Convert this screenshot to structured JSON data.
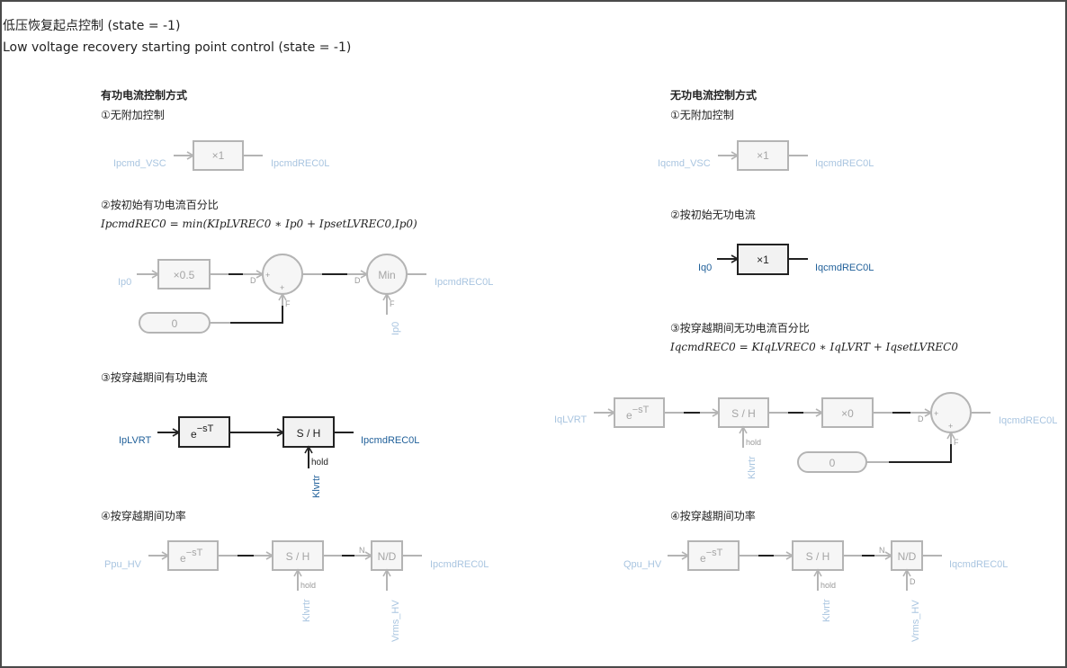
{
  "header": {
    "title_cn": "低压恢复起点控制 (state = -1)",
    "title_en": "Low voltage recovery starting point control (state = -1)"
  },
  "active": {
    "title": "有功电流控制方式",
    "m1": {
      "label": "①无附加控制",
      "input": "Ipcmd_VSC",
      "gain": "×1",
      "output": "IpcmdREC0L"
    },
    "m2": {
      "label": "②按初始有功电流百分比",
      "equation": "IpcmdREC0 = min(KIpLVREC0 ∗ Ip0 + IpsetLVREC0,Ip0)",
      "input": "Ip0",
      "gain": "×0.5",
      "const": "0",
      "min": "Min",
      "output": "IpcmdREC0L",
      "min_bottom": "Ip0",
      "plus1": "+",
      "plus2": "+",
      "port_d1": "D",
      "port_f1": "F",
      "port_d2": "D",
      "port_f2": "F"
    },
    "m3": {
      "label": "③按穿越期间有功电流",
      "input": "IpLVRT",
      "delay_base": "e",
      "delay_exp": "−sT",
      "sh": "S / H",
      "hold": "hold",
      "trigger": "Klvrtr",
      "output": "IpcmdREC0L"
    },
    "m4": {
      "label": "④按穿越期间功率",
      "input": "Ppu_HV",
      "delay_base": "e",
      "delay_exp": "−sT",
      "sh": "S / H",
      "hold": "hold",
      "trigger": "Klvrtr",
      "nd": "N/D",
      "port_n": "N",
      "denominator": "Vrms_HV",
      "output": "IpcmdREC0L"
    }
  },
  "reactive": {
    "title": "无功电流控制方式",
    "m1": {
      "label": "①无附加控制",
      "input": "Iqcmd_VSC",
      "gain": "×1",
      "output": "IqcmdREC0L"
    },
    "m2": {
      "label": "②按初始无功电流",
      "input": "Iq0",
      "gain": "×1",
      "output": "IqcmdREC0L"
    },
    "m3": {
      "label": "③按穿越期间无功电流百分比",
      "equation": "IqcmdREC0 = KIqLVREC0 ∗ IqLVRT + IqsetLVREC0",
      "input": "IqLVRT",
      "delay_base": "e",
      "delay_exp": "−sT",
      "sh": "S / H",
      "hold": "hold",
      "trigger": "Klvrtr",
      "gain": "×0",
      "const": "0",
      "output": "IqcmdREC0L",
      "plus1": "+",
      "plus2": "+",
      "port_d": "D",
      "port_f": "F"
    },
    "m4": {
      "label": "④按穿越期间功率",
      "input": "Qpu_HV",
      "delay_base": "e",
      "delay_exp": "−sT",
      "sh": "S / H",
      "hold": "hold",
      "trigger": "Klvrtr",
      "nd": "N/D",
      "port_n": "N",
      "port_d": "D",
      "denominator": "Vrms_HV",
      "output": "IqcmdREC0L"
    }
  },
  "colors": {
    "active_signal": "#1f5f99",
    "inactive_signal": "#a9c5e0",
    "inactive_block": "#b4b4b4",
    "active_block": "#222222"
  }
}
